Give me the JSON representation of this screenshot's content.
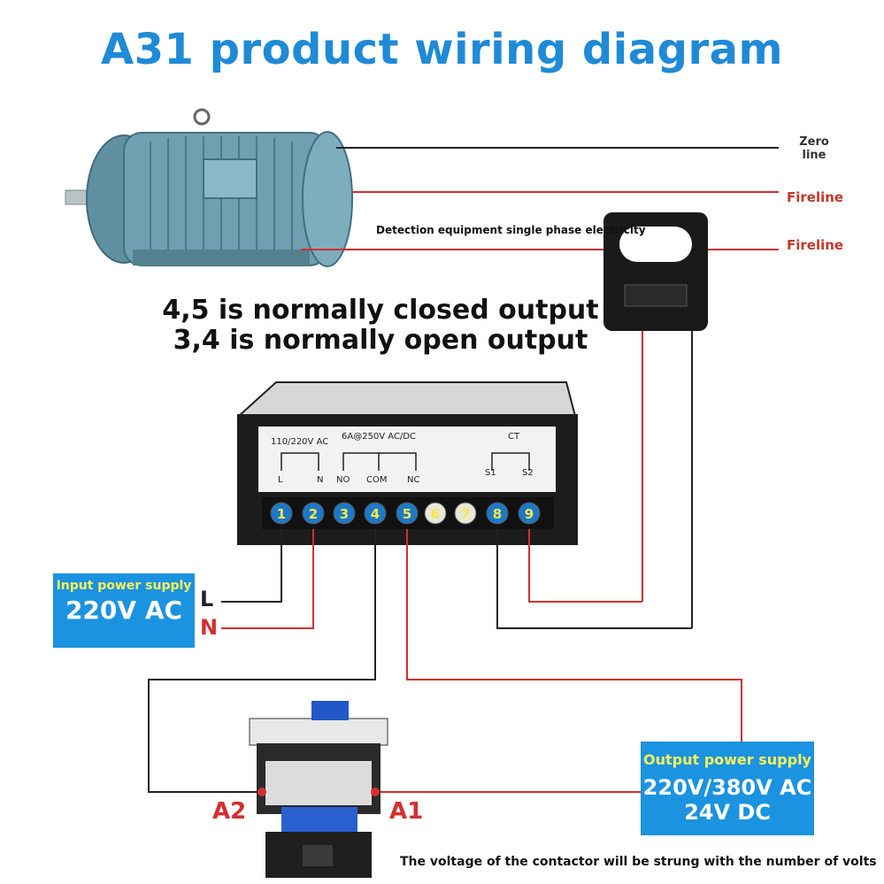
{
  "title": "A31 product wiring diagram",
  "lines": {
    "zero": "Zero\nline",
    "fire1": "Fireline",
    "fire2": "Fireline",
    "detection": "Detection equipment single phase electricity"
  },
  "outputs": {
    "line1": "4,5 is normally closed output",
    "line2": "3,4 is normally open output"
  },
  "panel": {
    "power_label": "110/220V AC",
    "relay_label": "6A@250V AC/DC",
    "ct_label": "CT",
    "pins": [
      "L",
      "N",
      "NO",
      "COM",
      "NC",
      "S1",
      "S2"
    ],
    "terminals": [
      "1",
      "2",
      "3",
      "4",
      "5",
      "6",
      "7",
      "8",
      "9"
    ]
  },
  "input_supply": {
    "title": "Input power supply",
    "value": "220V AC",
    "L": "L",
    "N": "N"
  },
  "contactor": {
    "a2": "A2",
    "a1": "A1"
  },
  "output_supply": {
    "title": "Output power supply",
    "value1": "220V/380V AC",
    "value2": "24V DC"
  },
  "footer": "The voltage of the contactor will be strung with the number of volts",
  "colors": {
    "title": "#1f8ad6",
    "wire_red": "#d32f2f",
    "wire_black": "#222222",
    "box_blue": "#1b93e0",
    "terminal_blue": "#1e78c8",
    "terminal_num": "#f5e94a"
  }
}
